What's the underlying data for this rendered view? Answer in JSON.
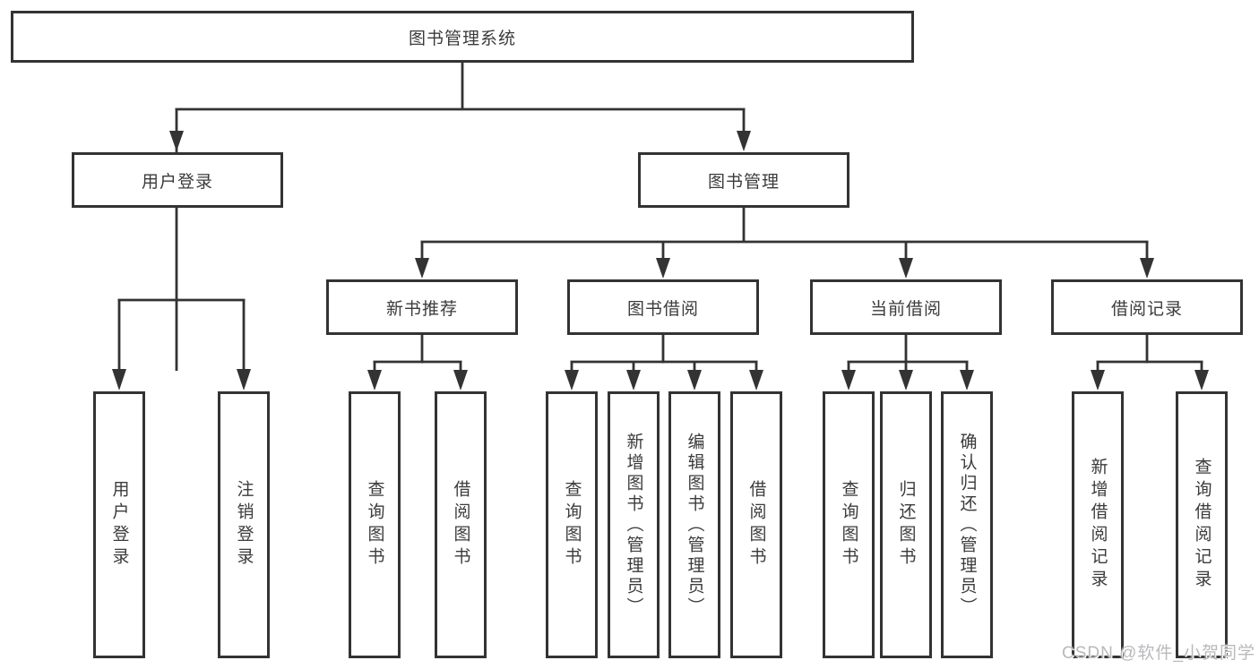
{
  "root": {
    "label": "图书管理系统"
  },
  "level2": {
    "user_login": {
      "label": "用户登录"
    },
    "book_management": {
      "label": "图书管理"
    }
  },
  "level3": {
    "new_book_rec": {
      "label": "新书推荐"
    },
    "book_borrow": {
      "label": "图书借阅"
    },
    "current_borrow": {
      "label": "当前借阅"
    },
    "borrow_record": {
      "label": "借阅记录"
    }
  },
  "leaves": {
    "login_user_login": {
      "label": "用户登录"
    },
    "login_logout": {
      "label": "注销登录"
    },
    "rec_query_book": {
      "label": "查询图书"
    },
    "rec_borrow_book": {
      "label": "借阅图书"
    },
    "borrow_query_book": {
      "label": "查询图书"
    },
    "borrow_add_book": {
      "label": "新增图书（管理员）"
    },
    "borrow_edit_book": {
      "label": "编辑图书（管理员）"
    },
    "borrow_borrow_book": {
      "label": "借阅图书"
    },
    "current_query_book": {
      "label": "查询图书"
    },
    "current_return_book": {
      "label": "归还图书"
    },
    "current_confirm_return": {
      "label": "确认归还（管理员）"
    },
    "record_add_record": {
      "label": "新增借阅记录"
    },
    "record_query_record": {
      "label": "查询借阅记录"
    }
  },
  "watermark": "CSDN @软件_小贺同学",
  "colors": {
    "line": "#333333",
    "text": "#3b3b3b",
    "watermark_text": "#b9b9bd",
    "background": "#ffffff"
  }
}
